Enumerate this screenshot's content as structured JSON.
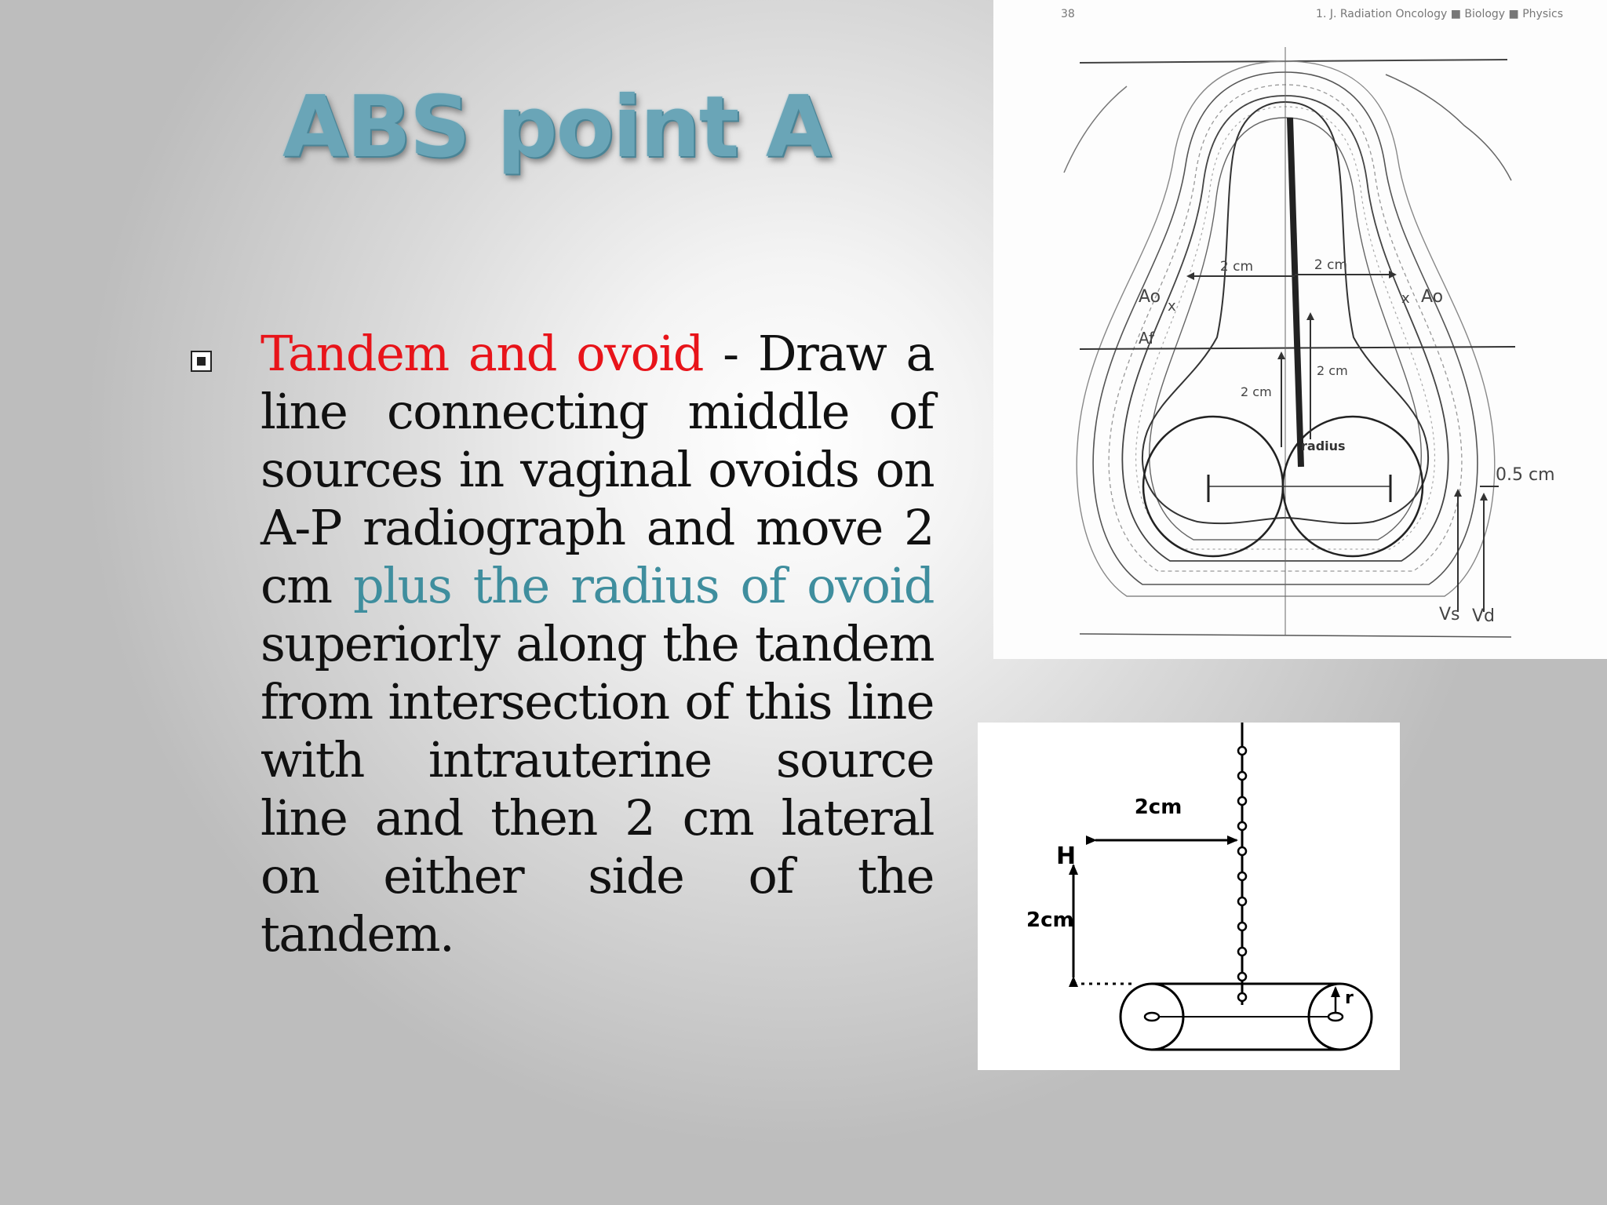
{
  "slide": {
    "title": "ABS point A",
    "bullet": {
      "highlight_red": "Tandem and ovoid",
      "text_1": " - Draw a line connecting middle of sources in vaginal ovoids on A-P radiograph and move 2 cm ",
      "highlight_teal": "plus the radius of ovoid",
      "text_2": " superiorly along the tandem from intersection of this line with intrauterine source line and then 2 cm lateral on either side of the tandem."
    }
  },
  "figure_top": {
    "header_page": "38",
    "header_text": "1. J. Radiation Oncology ■ Biology ■ Physics",
    "label_2cm_left": "2 cm",
    "label_2cm_right": "2 cm",
    "label_ao_left": "Ao",
    "label_ao_right": "Ao",
    "label_af": "Af",
    "label_x_left": "x",
    "label_x_right": "x",
    "label_2cm_vert_left": "2 cm",
    "label_2cm_vert_right": "2 cm",
    "label_radius": "radius",
    "label_half_cm": "0.5 cm",
    "label_vs": "Vs",
    "label_vd": "Vd"
  },
  "figure_bottom": {
    "label_2cm_horizontal": "2cm",
    "label_2cm_vertical": "2cm",
    "label_h": "H",
    "label_r": "r"
  }
}
